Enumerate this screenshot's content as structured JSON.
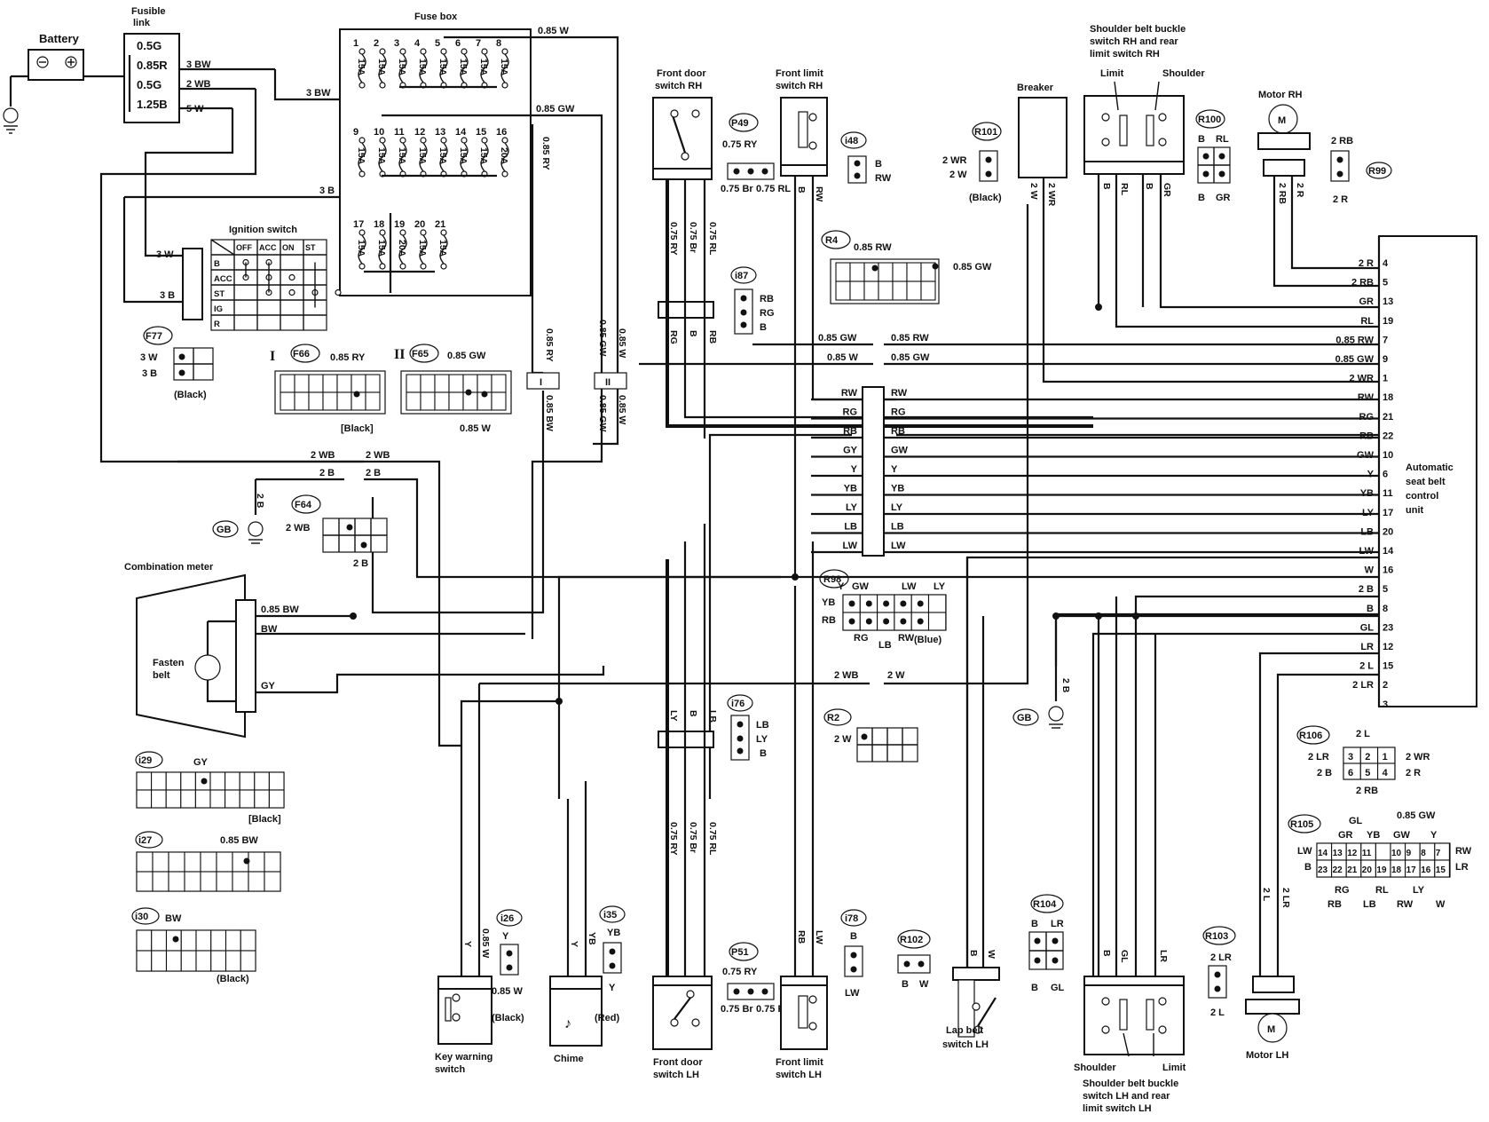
{
  "components": {
    "battery": "Battery",
    "fusible_link": [
      "Fusible",
      "link"
    ],
    "fuse_box": "Fuse box",
    "ignition_switch": "Ignition switch",
    "combination_meter": "Combination meter",
    "fasten_belt": [
      "Fasten",
      "belt"
    ],
    "front_door_rh": [
      "Front door",
      "switch RH"
    ],
    "front_limit_rh": [
      "Front limit",
      "switch RH"
    ],
    "breaker": "Breaker",
    "shoulder_rh": [
      "Shoulder belt buckle",
      "switch RH and rear",
      "limit switch RH"
    ],
    "limit": "Limit",
    "shoulder": "Shoulder",
    "motor_rh": "Motor RH",
    "motor_lh": "Motor LH",
    "control_unit": [
      "Automatic",
      "seat belt",
      "control",
      "unit"
    ],
    "key_warning": [
      "Key warning",
      "switch"
    ],
    "chime": "Chime",
    "front_door_lh": [
      "Front door",
      "switch LH"
    ],
    "front_limit_lh": [
      "Front limit",
      "switch LH"
    ],
    "lap_belt": [
      "Lap belt",
      "switch LH"
    ],
    "shoulder_lh": [
      "Shoulder belt buckle",
      "switch LH and rear",
      "limit switch LH"
    ]
  },
  "fusible_link_ratings": [
    "0.5G",
    "0.85R",
    "0.5G",
    "1.25B"
  ],
  "fuse_labels": [
    "1",
    "2",
    "3",
    "4",
    "5",
    "6",
    "7",
    "8",
    "9",
    "10",
    "11",
    "12",
    "13",
    "14",
    "15",
    "16",
    "17",
    "18",
    "19",
    "20",
    "21"
  ],
  "fuse_ratings": [
    "15A",
    "15A",
    "15A",
    "15A",
    "15A",
    "15A",
    "15A",
    "15A",
    "15A",
    "15A",
    "15A",
    "15A",
    "15A",
    "15A",
    "15A",
    "20A",
    "15A",
    "15A",
    "20A",
    "15A",
    "15A"
  ],
  "ignition": {
    "columns": [
      "OFF",
      "ACC",
      "ON",
      "ST"
    ],
    "rows": [
      "B",
      "ACC",
      "ST",
      "IG",
      "R"
    ]
  },
  "unit_terminals": [
    {
      "wire": "2 R",
      "pin": "4"
    },
    {
      "wire": "2 RB",
      "pin": "5"
    },
    {
      "wire": "GR",
      "pin": "13"
    },
    {
      "wire": "RL",
      "pin": "19"
    },
    {
      "wire": "0.85 RW",
      "pin": "7"
    },
    {
      "wire": "0.85 GW",
      "pin": "9"
    },
    {
      "wire": "2 WR",
      "pin": "1"
    },
    {
      "wire": "RW",
      "pin": "18"
    },
    {
      "wire": "RG",
      "pin": "21"
    },
    {
      "wire": "RB",
      "pin": "22"
    },
    {
      "wire": "GW",
      "pin": "10"
    },
    {
      "wire": "Y",
      "pin": "6"
    },
    {
      "wire": "YB",
      "pin": "11"
    },
    {
      "wire": "LY",
      "pin": "17"
    },
    {
      "wire": "LB",
      "pin": "20"
    },
    {
      "wire": "LW",
      "pin": "14"
    },
    {
      "wire": "W",
      "pin": "16"
    },
    {
      "wire": "2 B",
      "pin": "5"
    },
    {
      "wire": "B",
      "pin": "8"
    },
    {
      "wire": "GL",
      "pin": "23"
    },
    {
      "wire": "LR",
      "pin": "12"
    },
    {
      "wire": "2 L",
      "pin": "15"
    },
    {
      "wire": "2 LR",
      "pin": "2"
    },
    {
      "wire": "",
      "pin": "3"
    }
  ],
  "harness_left": [
    "RW",
    "RG",
    "RB",
    "GY",
    "Y",
    "YB",
    "LY",
    "LB",
    "LW"
  ],
  "harness_right": [
    "RW",
    "RG",
    "RB",
    "GW",
    "Y",
    "YB",
    "LY",
    "LB",
    "LW"
  ],
  "connectors": {
    "F77": "F77",
    "F66": "F66",
    "F65": "F65",
    "F64": "F64",
    "P49": "P49",
    "i48": "i48",
    "R101": "R101",
    "R100": "R100",
    "R99": "R99",
    "R4": "R4",
    "i87": "i87",
    "R98": "R98",
    "i76": "i76",
    "R2": "R2",
    "R106": "R106",
    "R105": "R105",
    "i29": "i29",
    "i27": "i27",
    "i30": "i30",
    "i26": "i26",
    "i35": "i35",
    "P51": "P51",
    "i78": "i78",
    "R102": "R102",
    "R104": "R104",
    "R103": "R103",
    "GB": "GB"
  },
  "roman": [
    "I",
    "II"
  ],
  "paren": {
    "black": "(Black)",
    "blackB": "[Black]",
    "blue": "(Blue)",
    "red": "(Red)"
  },
  "wires": {
    "bw3": "3 BW",
    "wb2": "2 WB",
    "w5": "5 W",
    "b3": "3 B",
    "w3": "3 W",
    "w085": "0.85 W",
    "gw085": "0.85 GW",
    "ry085": "0.85 RY",
    "bw085": "0.85 BW",
    "ry075": "0.75 RY",
    "br075": "0.75 Br",
    "rl075": "0.75 RL",
    "br": "Br",
    "rl": "RL",
    "b": "B",
    "rw": "RW",
    "wr2": "2 WR",
    "w2": "2 W",
    "rb2": "2 RB",
    "r2": "2 R",
    "gr": "GR",
    "rg": "RG",
    "rb": "RB",
    "b2": "2 B",
    "bw": "BW",
    "gy": "GY",
    "y": "Y",
    "yb": "YB",
    "lb": "LB",
    "ly": "LY",
    "lw": "LW",
    "w": "W",
    "gl": "GL",
    "lr": "LR",
    "lr2": "2 LR",
    "l2": "2 L",
    "rw085": "0.85 RW",
    "gw": "GW"
  }
}
